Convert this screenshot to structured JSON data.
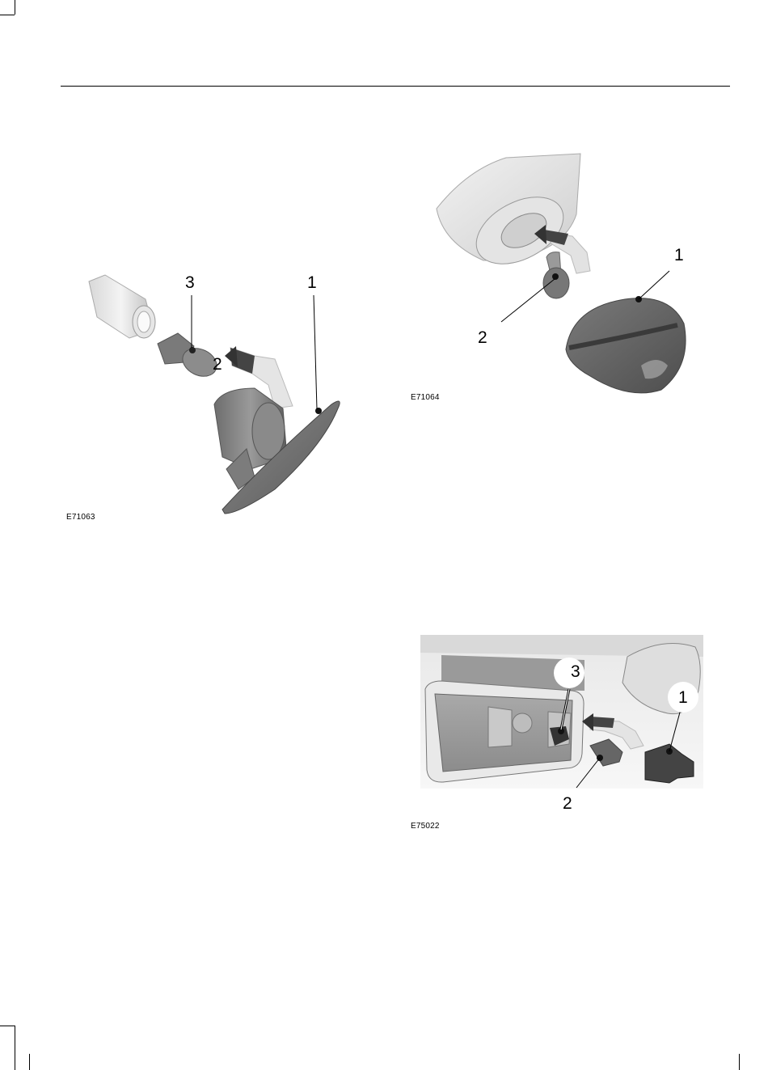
{
  "figures": [
    {
      "id": "E71063",
      "callouts": [
        "1",
        "2",
        "3"
      ]
    },
    {
      "id": "E71064",
      "callouts": [
        "1",
        "2"
      ]
    },
    {
      "id": "E75022",
      "callouts": [
        "1",
        "2",
        "3"
      ]
    }
  ]
}
